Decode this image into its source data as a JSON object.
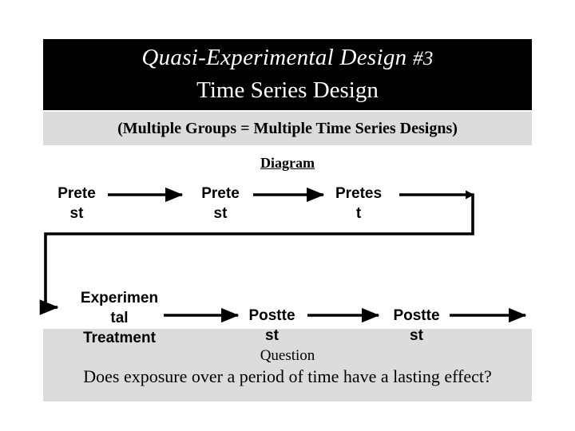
{
  "slide": {
    "background_color": "#ffffff",
    "title_bar_color": "#000000",
    "band_color": "#dcdcdc",
    "text_color": "#000000",
    "title_text_color": "#ffffff"
  },
  "title": {
    "line1": "Quasi-Experimental Design ",
    "line1_suffix": "#3",
    "line2": "Time Series Design"
  },
  "subtitle": {
    "text": "(Multiple Groups = Multiple Time Series Designs)"
  },
  "diagram": {
    "heading": "Diagram",
    "top_row": [
      {
        "label": "Prete\nst"
      },
      {
        "label": "Prete\nst"
      },
      {
        "label": "Pretes\nt"
      }
    ],
    "bottom_row": [
      {
        "label": "Experimen\ntal\nTreatment"
      },
      {
        "label": "Postte\nst"
      },
      {
        "label": "Postte\nst"
      }
    ]
  },
  "footer": {
    "question_label": "Question",
    "question_text": "Does exposure over a period of time have a lasting effect?"
  }
}
